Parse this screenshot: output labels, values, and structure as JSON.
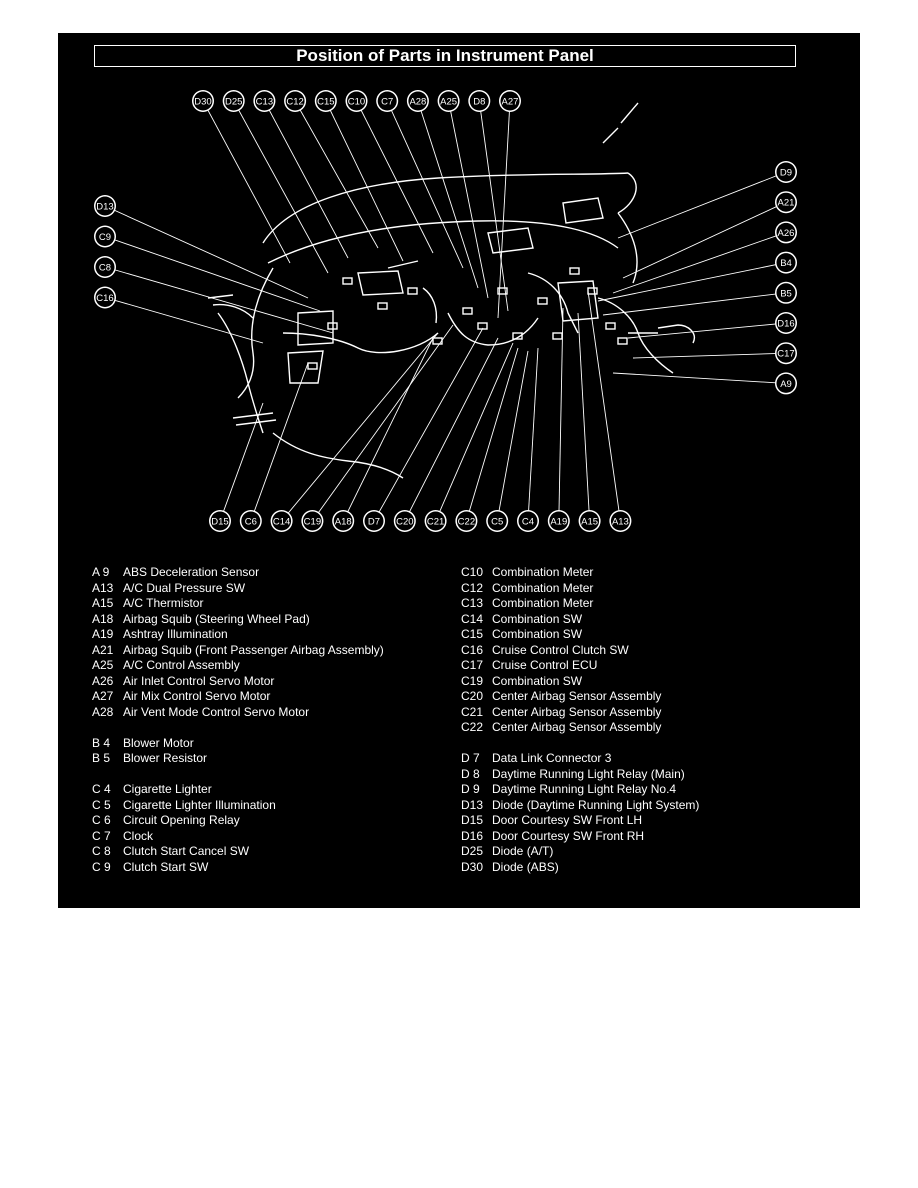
{
  "title": "Position of Parts in Instrument Panel",
  "callouts": {
    "top": [
      "D30",
      "D25",
      "C13",
      "C12",
      "C15",
      "C10",
      "C7",
      "A28",
      "A25",
      "D8",
      "A27"
    ],
    "left": [
      "D13",
      "C9",
      "C8",
      "C16"
    ],
    "right": [
      "D9",
      "A21",
      "A26",
      "B4",
      "B5",
      "D16",
      "C17",
      "A9"
    ],
    "bottom": [
      "D15",
      "C6",
      "C14",
      "C19",
      "A18",
      "D7",
      "C20",
      "C21",
      "C22",
      "C5",
      "C4",
      "A19",
      "A15",
      "A13"
    ]
  },
  "legend": {
    "left": [
      {
        "code": "A 9",
        "name": "ABS Deceleration Sensor"
      },
      {
        "code": "A13",
        "name": "A/C Dual Pressure SW"
      },
      {
        "code": "A15",
        "name": "A/C Thermistor"
      },
      {
        "code": "A18",
        "name": "Airbag Squib (Steering Wheel Pad)"
      },
      {
        "code": "A19",
        "name": "Ashtray Illumination"
      },
      {
        "code": "A21",
        "name": "Airbag Squib (Front Passenger Airbag Assembly)"
      },
      {
        "code": "A25",
        "name": "A/C Control Assembly"
      },
      {
        "code": "A26",
        "name": "Air Inlet Control Servo Motor"
      },
      {
        "code": "A27",
        "name": "Air Mix Control Servo Motor"
      },
      {
        "code": "A28",
        "name": "Air Vent Mode Control Servo Motor"
      },
      {
        "code": "",
        "name": ""
      },
      {
        "code": "B 4",
        "name": "Blower Motor"
      },
      {
        "code": "B 5",
        "name": "Blower Resistor"
      },
      {
        "code": "",
        "name": ""
      },
      {
        "code": "C 4",
        "name": "Cigarette Lighter"
      },
      {
        "code": "C 5",
        "name": "Cigarette Lighter Illumination"
      },
      {
        "code": "C 6",
        "name": "Circuit Opening Relay"
      },
      {
        "code": "C 7",
        "name": "Clock"
      },
      {
        "code": "C 8",
        "name": "Clutch Start Cancel SW"
      },
      {
        "code": "C 9",
        "name": "Clutch Start SW"
      }
    ],
    "right": [
      {
        "code": "C10",
        "name": "Combination Meter"
      },
      {
        "code": "C12",
        "name": "Combination Meter"
      },
      {
        "code": "C13",
        "name": "Combination Meter"
      },
      {
        "code": "C14",
        "name": "Combination SW"
      },
      {
        "code": "C15",
        "name": "Combination SW"
      },
      {
        "code": "C16",
        "name": "Cruise Control Clutch SW"
      },
      {
        "code": "C17",
        "name": "Cruise Control ECU"
      },
      {
        "code": "C19",
        "name": "Combination SW"
      },
      {
        "code": "C20",
        "name": "Center Airbag Sensor Assembly"
      },
      {
        "code": "C21",
        "name": "Center Airbag Sensor Assembly"
      },
      {
        "code": "C22",
        "name": "Center Airbag Sensor Assembly"
      },
      {
        "code": "",
        "name": ""
      },
      {
        "code": "D 7",
        "name": "Data Link Connector 3"
      },
      {
        "code": "D 8",
        "name": "Daytime Running Light Relay (Main)"
      },
      {
        "code": "D 9",
        "name": "Daytime Running Light Relay No.4"
      },
      {
        "code": "D13",
        "name": "Diode (Daytime Running Light System)"
      },
      {
        "code": "D15",
        "name": "Door Courtesy SW Front LH"
      },
      {
        "code": "D16",
        "name": "Door Courtesy SW Front RH"
      },
      {
        "code": "D25",
        "name": "Diode (A/T)"
      },
      {
        "code": "D30",
        "name": "Diode (ABS)"
      }
    ]
  },
  "colors": {
    "background": "#000000",
    "foreground": "#ffffff"
  }
}
